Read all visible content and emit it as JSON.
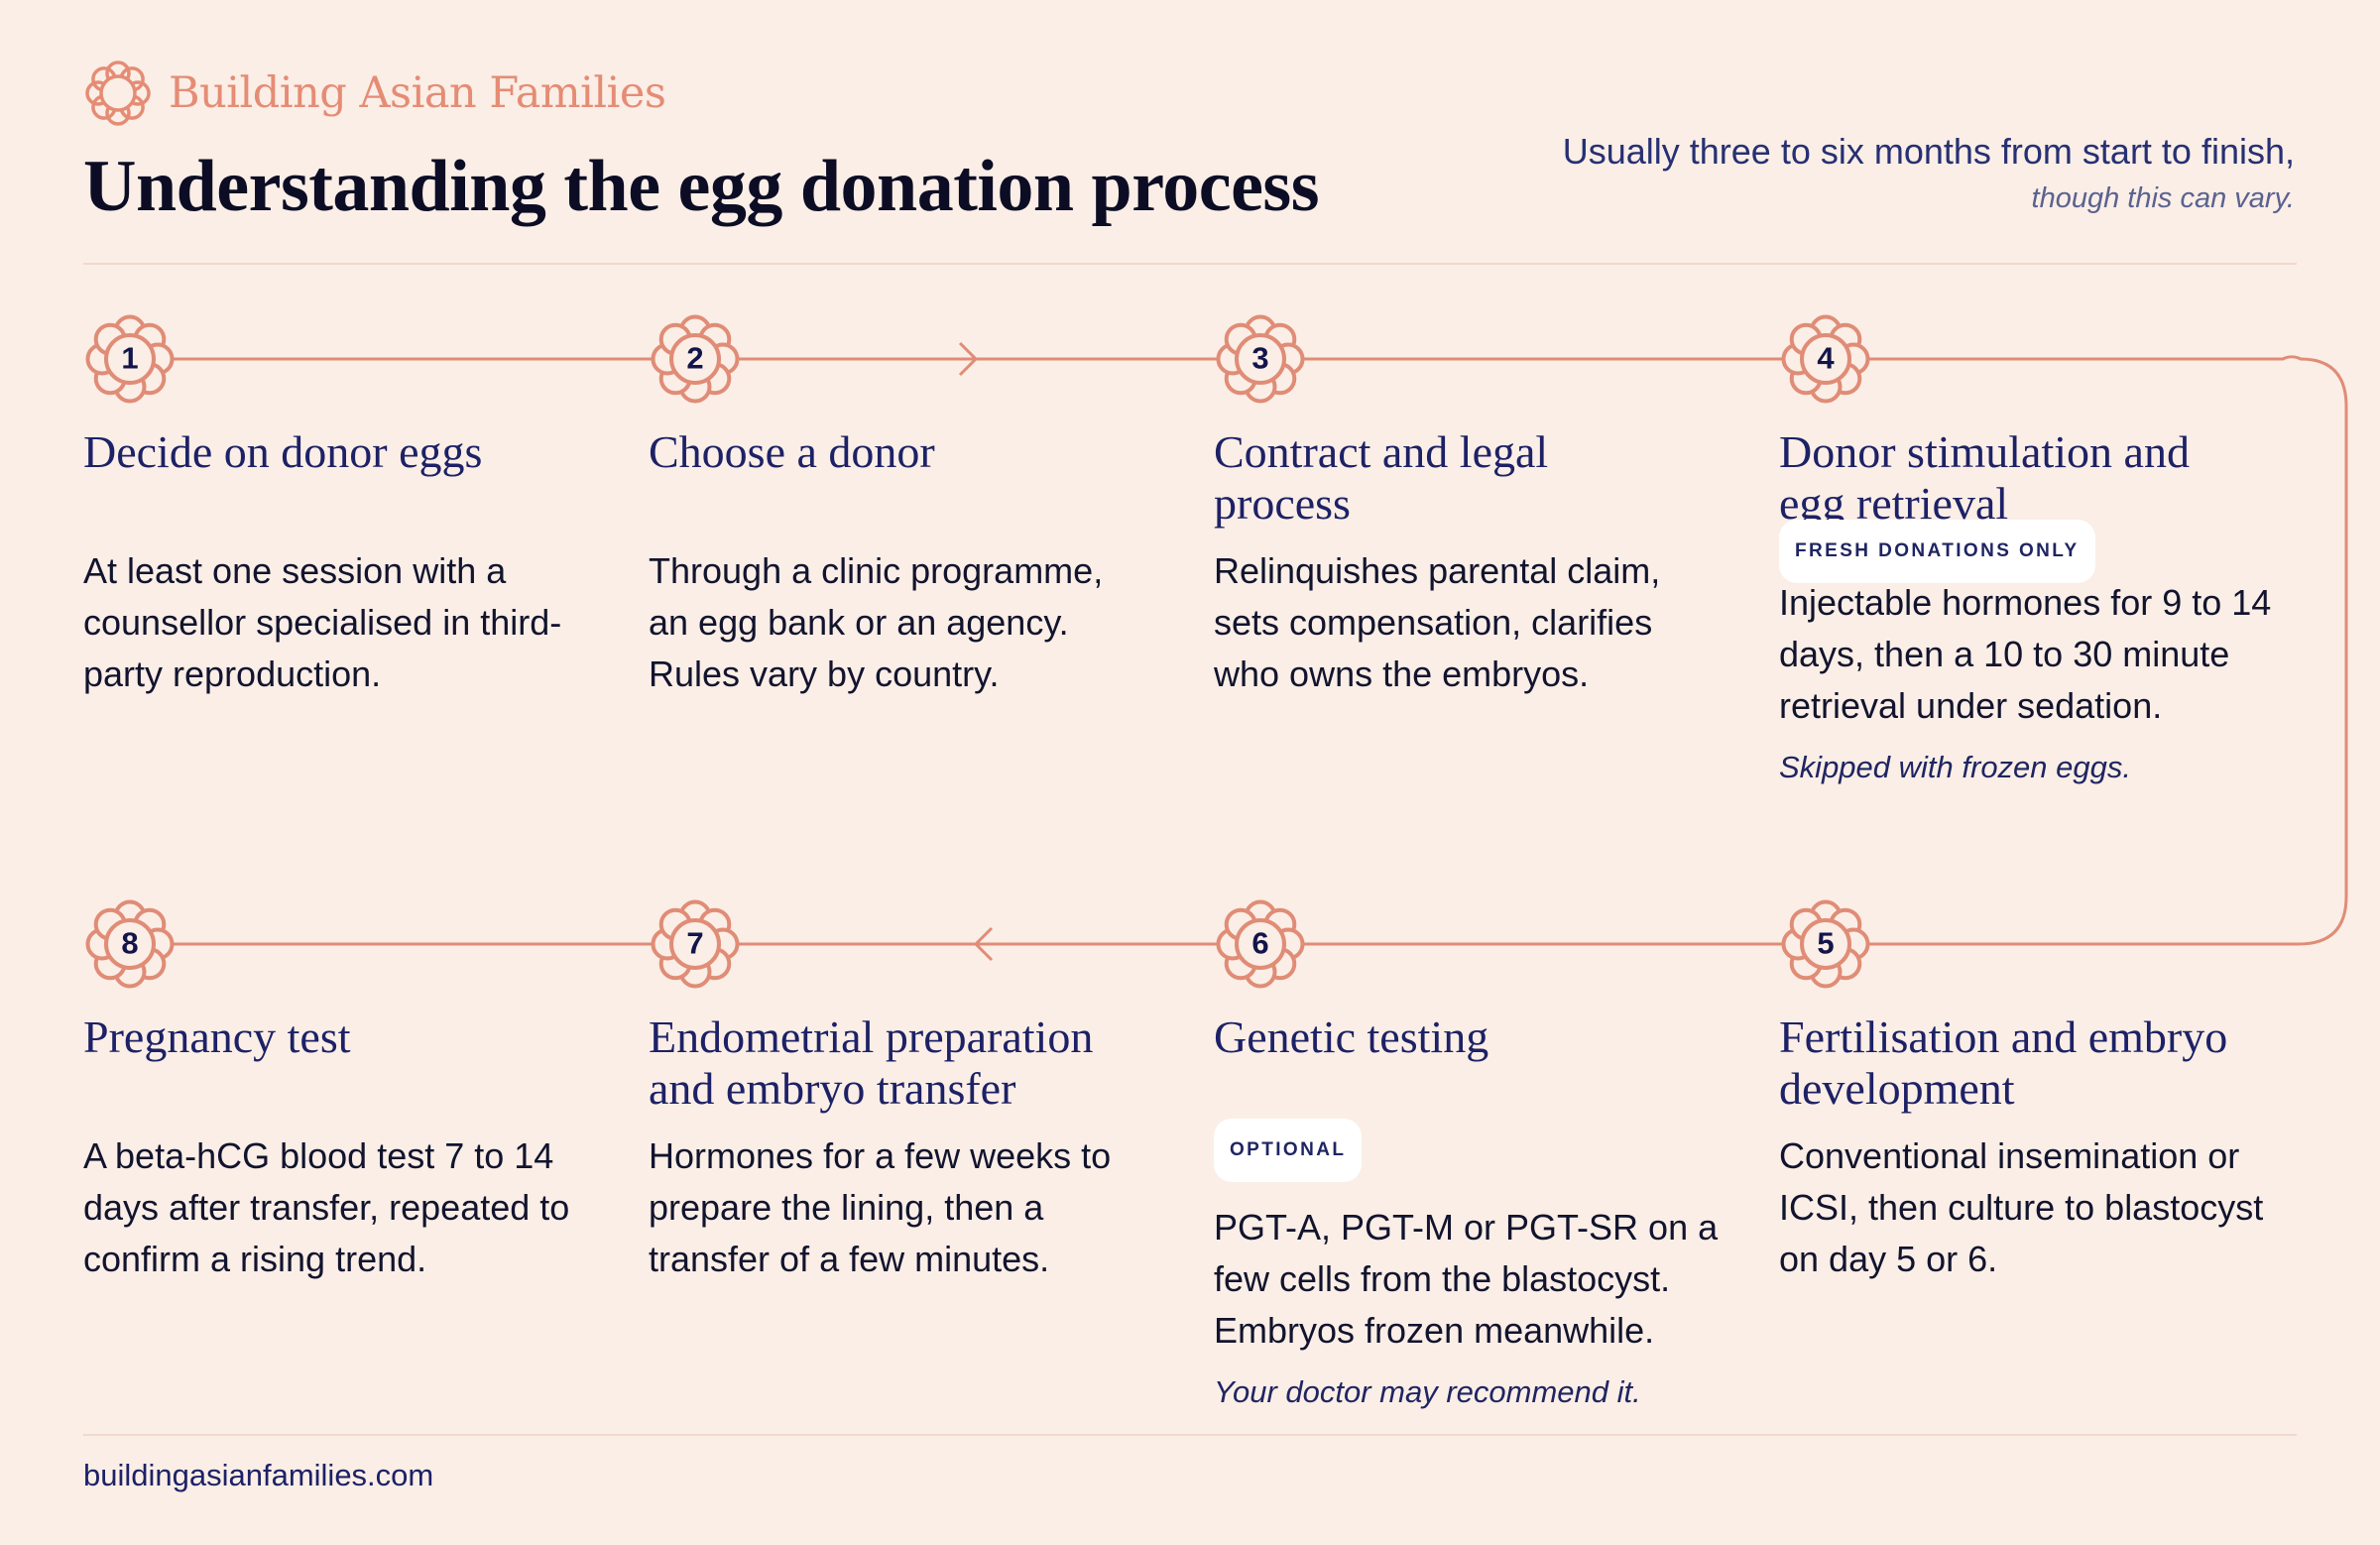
{
  "brand": {
    "name": "Building Asian Families",
    "icon": "flower-icon"
  },
  "header": {
    "title": "Understanding the egg donation process",
    "subtitle_line1": "Usually three to six months from start to finish,",
    "subtitle_line2": "though this can vary."
  },
  "colors": {
    "background": "#faeee6",
    "accent": "#e58c75",
    "navy": "#1d2166",
    "badge_bg": "#ffffff"
  },
  "steps": [
    {
      "number": "1",
      "title_lines": [
        "Decide on donor eggs"
      ],
      "desc_lines": [
        "At least one session with a",
        "counsellor specialised in third-",
        "party reproduction."
      ]
    },
    {
      "number": "2",
      "title_lines": [
        "Choose a donor"
      ],
      "desc_lines": [
        "Through a clinic programme,",
        "an egg bank or an agency.",
        "Rules vary by country."
      ]
    },
    {
      "number": "3",
      "title_lines": [
        "Contract and legal",
        "process"
      ],
      "desc_lines": [
        "Relinquishes parental claim,",
        "sets compensation, clarifies",
        "who owns the embryos."
      ]
    },
    {
      "number": "4",
      "title_lines": [
        "Donor stimulation and",
        "egg retrieval"
      ],
      "badge": "FRESH DONATIONS ONLY",
      "desc_lines": [
        "Injectable hormones for 9 to 14",
        "days, then a 10 to 30 minute",
        "retrieval under sedation."
      ],
      "note": "Skipped with frozen eggs."
    },
    {
      "number": "5",
      "title_lines": [
        "Fertilisation and embryo",
        "development"
      ],
      "desc_lines": [
        "Conventional insemination or",
        "ICSI, then culture to blastocyst",
        "on day 5 or 6."
      ]
    },
    {
      "number": "6",
      "title_lines": [
        "Genetic testing"
      ],
      "badge": "OPTIONAL",
      "desc_lines": [
        "PGT-A, PGT-M or PGT-SR on a",
        "few cells from the blastocyst.",
        "Embryos frozen meanwhile."
      ],
      "note": "Your doctor may recommend it."
    },
    {
      "number": "7",
      "title_lines": [
        "Endometrial preparation",
        "and embryo transfer"
      ],
      "desc_lines": [
        "Hormones for a few weeks to",
        "prepare the lining, then a",
        "transfer of a few minutes."
      ]
    },
    {
      "number": "8",
      "title_lines": [
        "Pregnancy test"
      ],
      "desc_lines": [
        "A beta-hCG blood test 7 to 14",
        "days after transfer, repeated to",
        "confirm a rising trend."
      ]
    }
  ],
  "footer": {
    "url": "buildingasianfamilies.com"
  }
}
